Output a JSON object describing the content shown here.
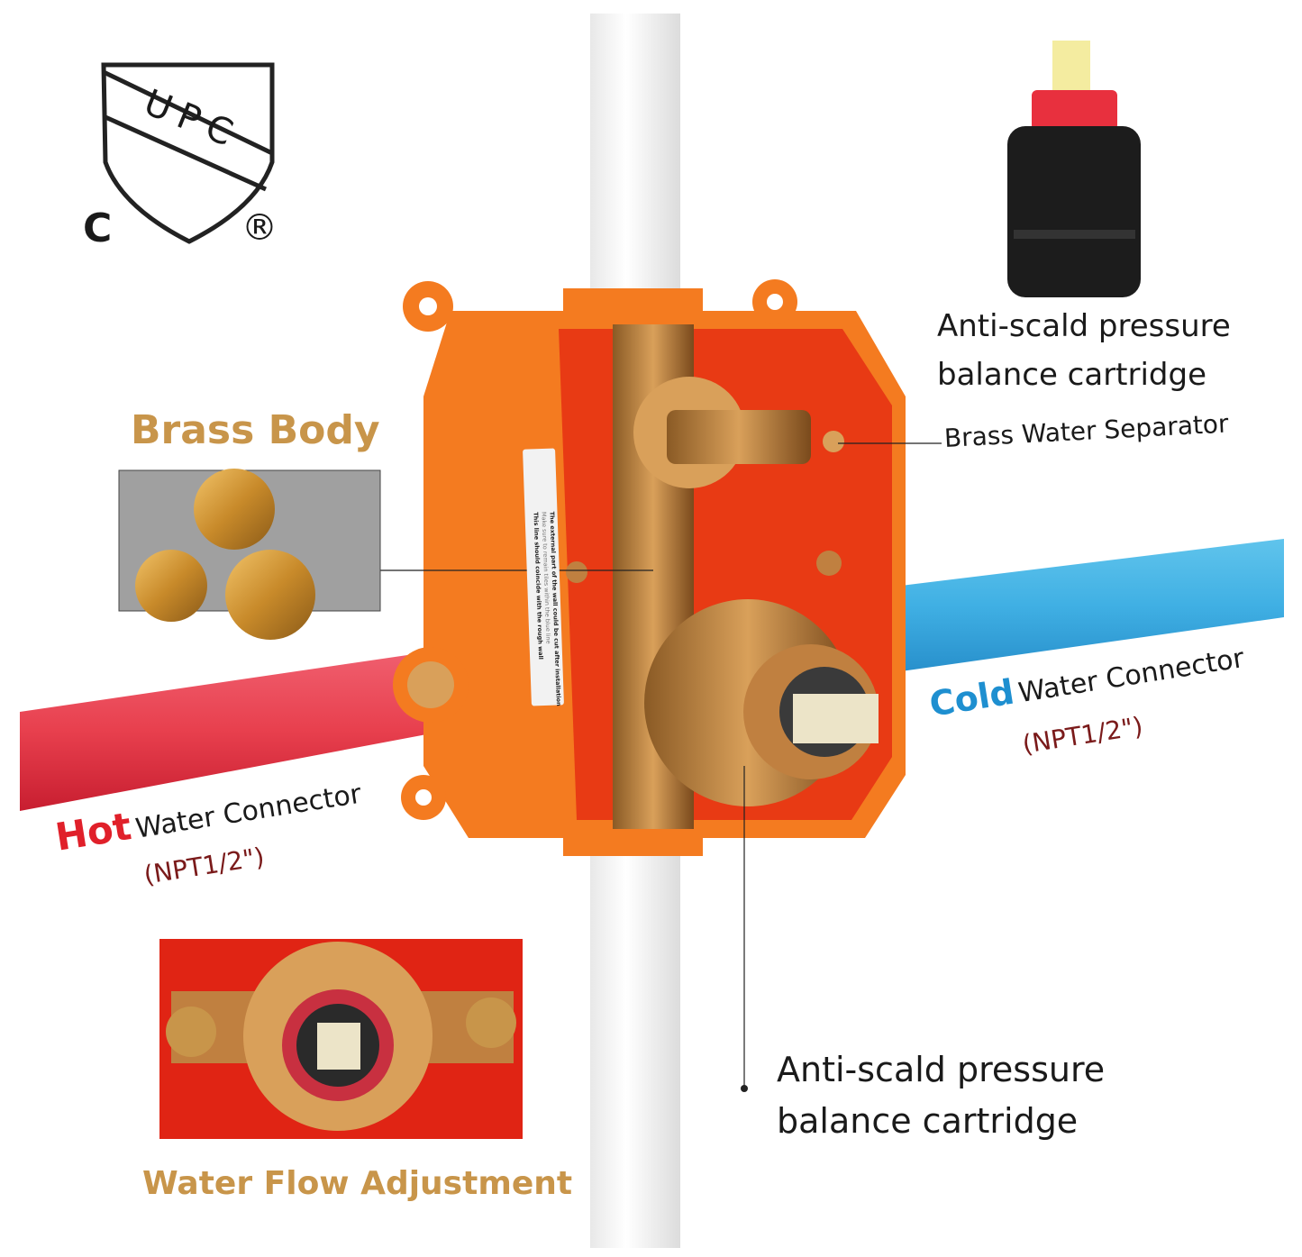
{
  "certification": {
    "logo_text": "UPC",
    "left_mark": "C",
    "right_mark": "®"
  },
  "labels": {
    "brass_body": "Brass Body",
    "top_cartridge": [
      "Anti-scald pressure",
      "balance cartridge"
    ],
    "brass_water_separator": "Brass Water Separator",
    "cold": {
      "accent": "Cold",
      "text": "Water Connector",
      "spec": "(NPT1/2\")"
    },
    "hot": {
      "accent": "Hot",
      "text": "Water Connector",
      "spec": "(NPT1/2\")"
    },
    "bottom_cartridge": [
      "Anti-scald pressure",
      "balance cartridge"
    ],
    "water_flow": "Water Flow Adjustment"
  },
  "sticker": {
    "lines": [
      "The external part of the wall could be cut after installation",
      "Make sure to remain tiles within the blue line",
      "This line should coincide with the rough wall"
    ]
  },
  "colors": {
    "gold": "#c8954a",
    "hot": "#e0202a",
    "cold": "#1e8fd0",
    "spec": "#7a1a1a",
    "box": "#f47b20"
  }
}
